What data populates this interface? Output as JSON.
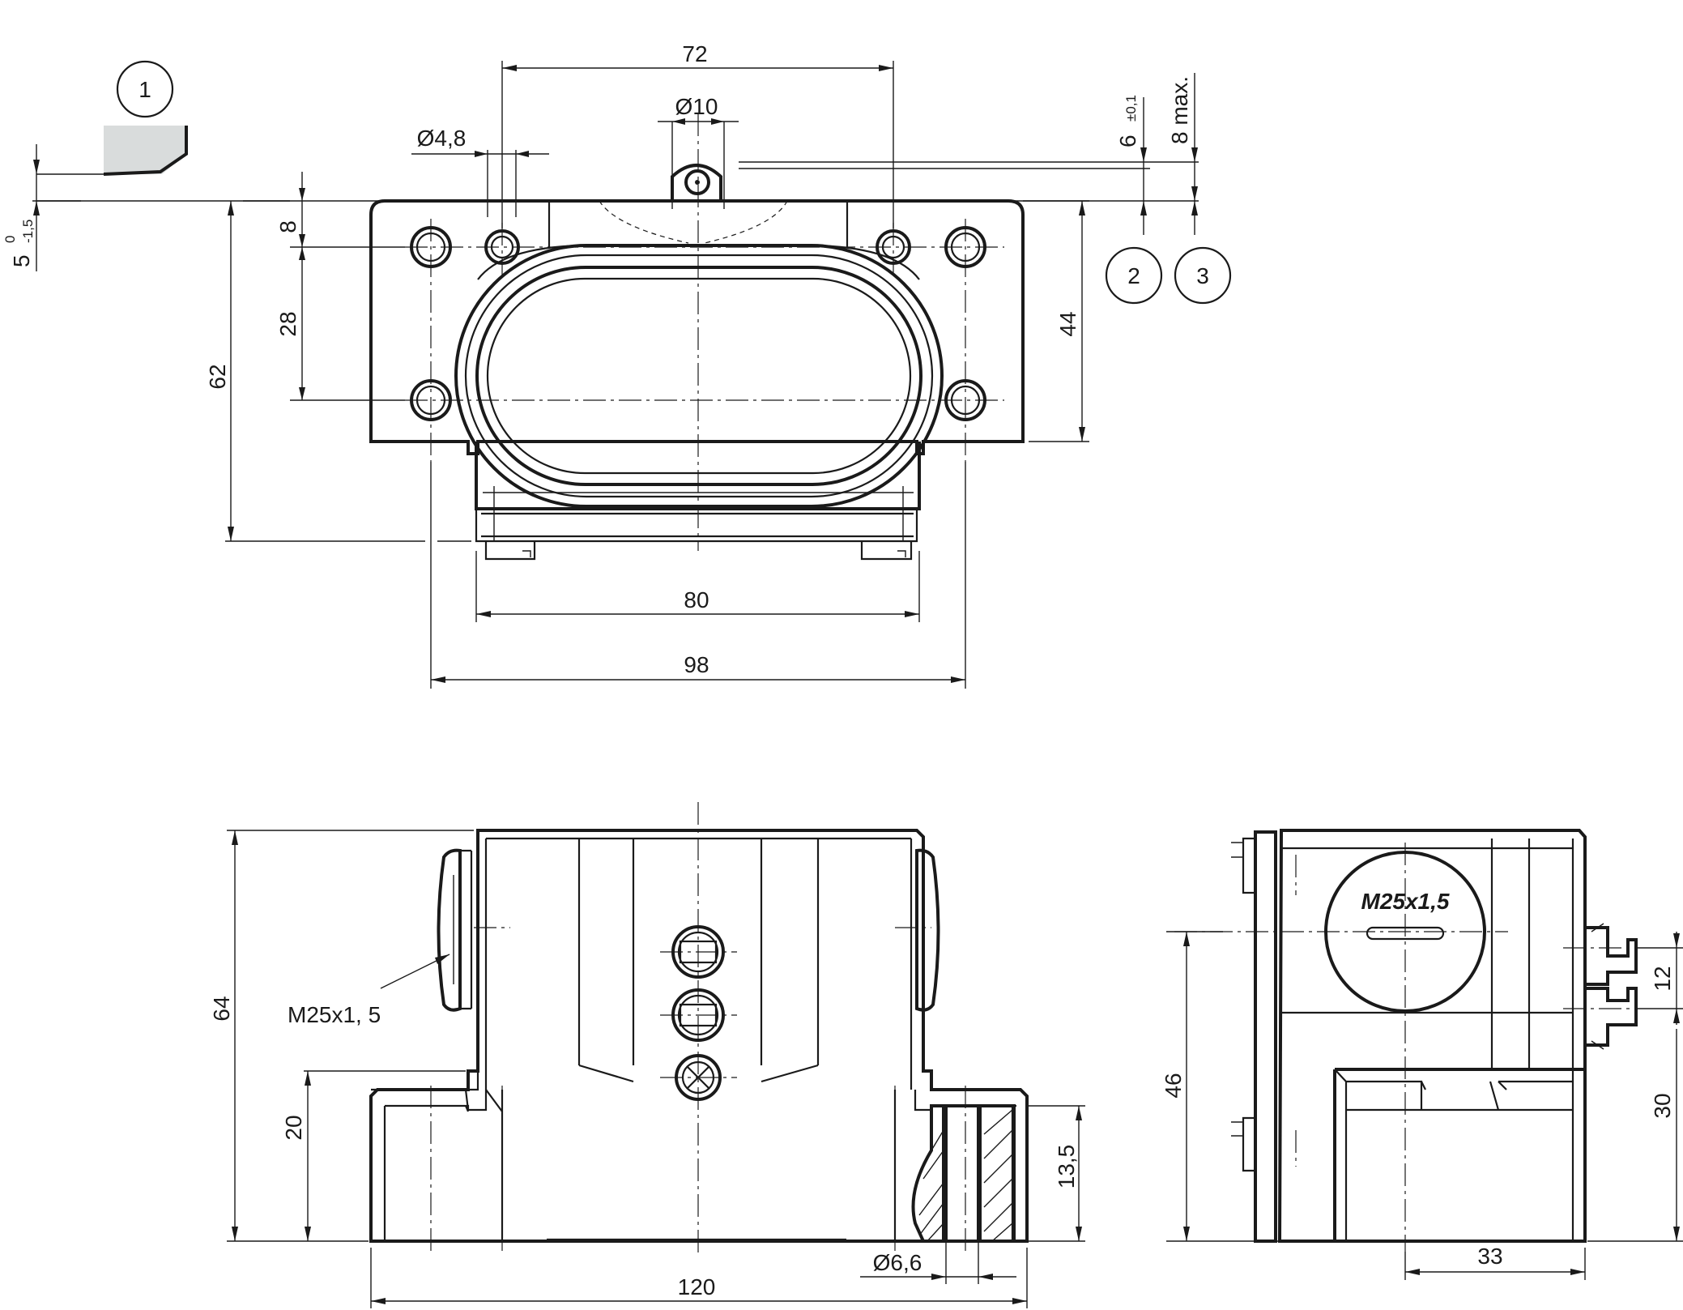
{
  "dimensions": {
    "top_view": {
      "d72": "72",
      "d10": "Ø10",
      "d48": "Ø4,8",
      "d6": "6",
      "d6_tol": "±0,1",
      "d8max": "8 max.",
      "d8": "8",
      "d28": "28",
      "d62": "62",
      "d44": "44",
      "d80": "80",
      "d98": "98",
      "d5": "5",
      "d5_tol_upper": "0",
      "d5_tol_lower": "-1,5"
    },
    "front_view": {
      "d64": "64",
      "d20": "20",
      "d135": "13,5",
      "d66": "Ø6,6",
      "d120": "120",
      "thread": "M25x1, 5"
    },
    "side_view": {
      "d46": "46",
      "d12": "12",
      "d30": "30",
      "d33": "33",
      "thread": "M25x1,5"
    }
  },
  "callouts": [
    "1",
    "2",
    "3"
  ],
  "colors": {
    "line": "#1a1a1a",
    "seal_fill": "#d9dcdc"
  }
}
